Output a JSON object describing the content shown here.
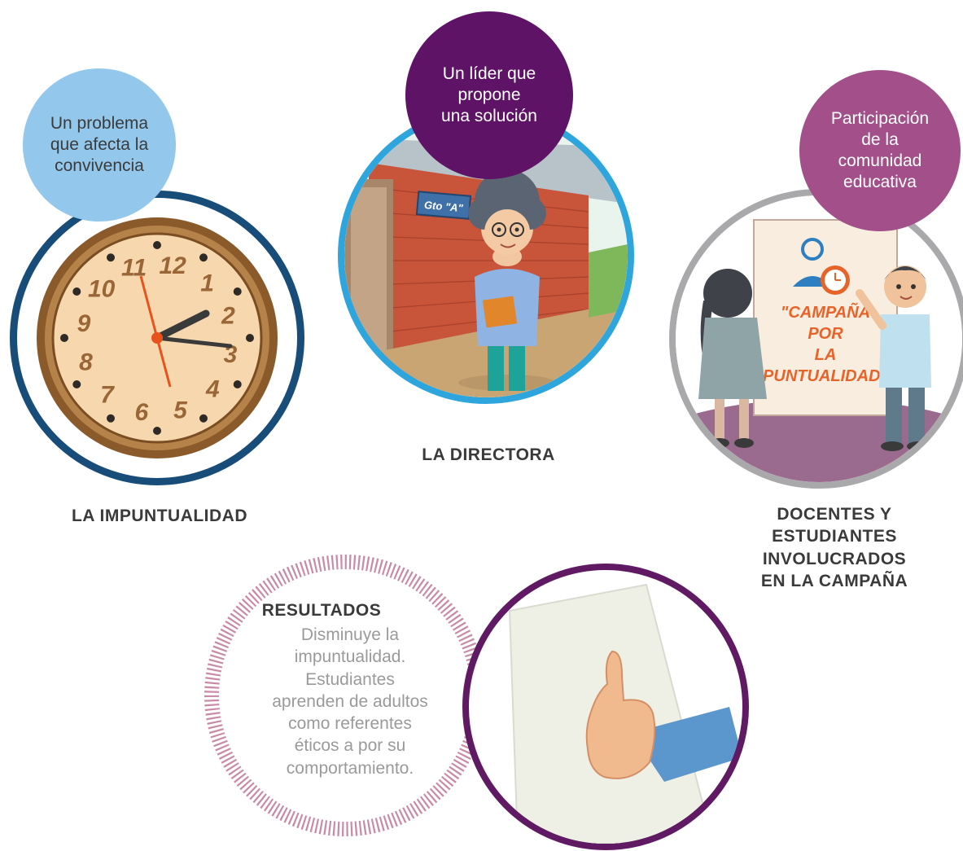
{
  "nodes": {
    "impuntualidad": {
      "bubble": "Un problema\nque afecta la\nconvivencia",
      "caption": "LA IMPUNTUALIDAD"
    },
    "directora": {
      "bubble": "Un líder que\npropone\nuna solución",
      "caption": "LA DIRECTORA",
      "sign": "Gto \"A\""
    },
    "comunidad": {
      "bubble": "Participación\nde la\ncomunidad\neducativa",
      "caption": "DOCENTES Y\nESTUDIANTES\nINVOLUCRADOS\nEN LA CAMPAÑA",
      "poster": [
        "\"CAMPAÑA",
        "POR",
        "LA",
        "PUNTUALIDAD\""
      ]
    },
    "resultados": {
      "title": "RESULTADOS",
      "body": "Disminuye la\nimpuntualidad.\nEstudiantes\naprenden de adultos\ncomo referentes\néticos a por su\ncomportamiento."
    }
  },
  "clock_numbers": [
    "12",
    "1",
    "2",
    "3",
    "4",
    "5",
    "6",
    "7",
    "8",
    "9",
    "10",
    "11"
  ],
  "colors": {
    "navy_ring": "#184d7a",
    "light_blue_bubble": "#93c8ec",
    "cyan_ring": "#2ea6dd",
    "purple_bubble": "#5f1366",
    "gray_ring": "#a9a9ab",
    "mauve_bubble": "#a24f8a",
    "purple_ring": "#5f1a63",
    "dotted_ring": "#c98aa5"
  }
}
